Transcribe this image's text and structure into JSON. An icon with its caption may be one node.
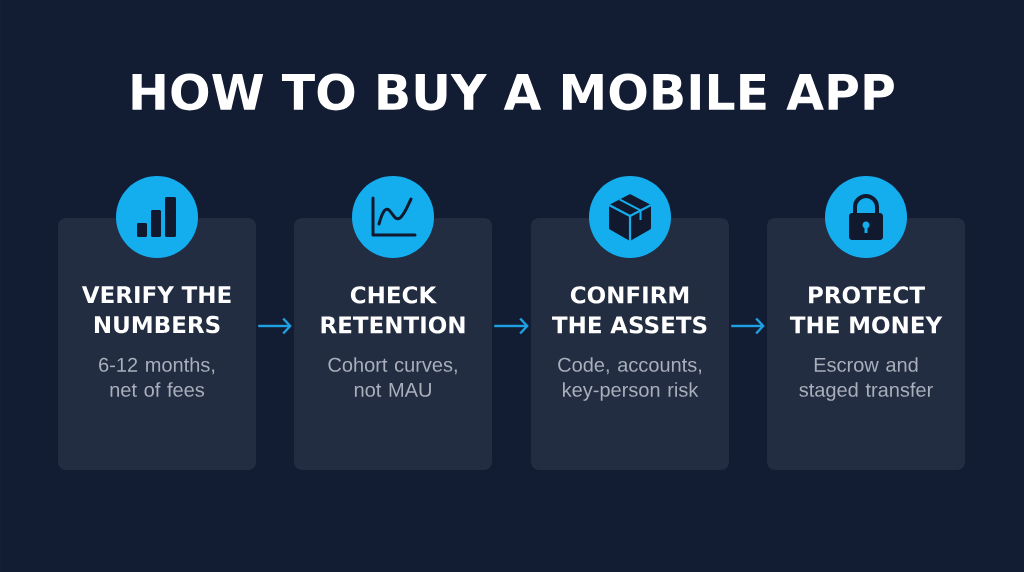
{
  "diagram": {
    "title": "HOW TO BUY A MOBILE APP",
    "nodes": [
      {
        "text": [
          "VERIFY THE NUMBERS",
          "6-12 months, net of fees"
        ]
      },
      {
        "text": [
          "CHECK RETENTION",
          "Cohort curves, not MAU"
        ]
      },
      {
        "text": [
          "CONFIRM THE ASSETS",
          "Code, accounts, key-person risk"
        ]
      },
      {
        "text": [
          "PROTECT THE MONEY",
          "Escrow and staged transfer"
        ]
      }
    ],
    "edges": [
      {
        "from": 0,
        "to": 1,
        "arrow": "to"
      },
      {
        "from": 1,
        "to": 2,
        "arrow": "to"
      },
      {
        "from": 2,
        "to": 3,
        "arrow": "to"
      }
    ]
  }
}
